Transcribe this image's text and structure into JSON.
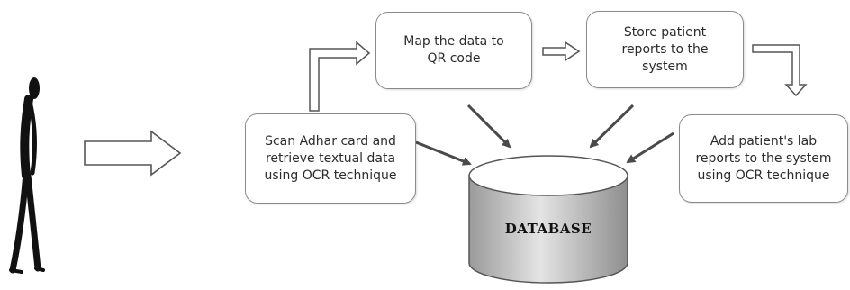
{
  "diagram": {
    "steps": {
      "scan": "Scan Adhar card and\nretrieve textual data\nusing OCR technique",
      "map": "Map the data to\nQR code",
      "store": "Store patient\nreports to the\nsystem",
      "lab": "Add patient's lab\nreports to the system\nusing OCR technique"
    },
    "database_label": "DATABASE"
  }
}
